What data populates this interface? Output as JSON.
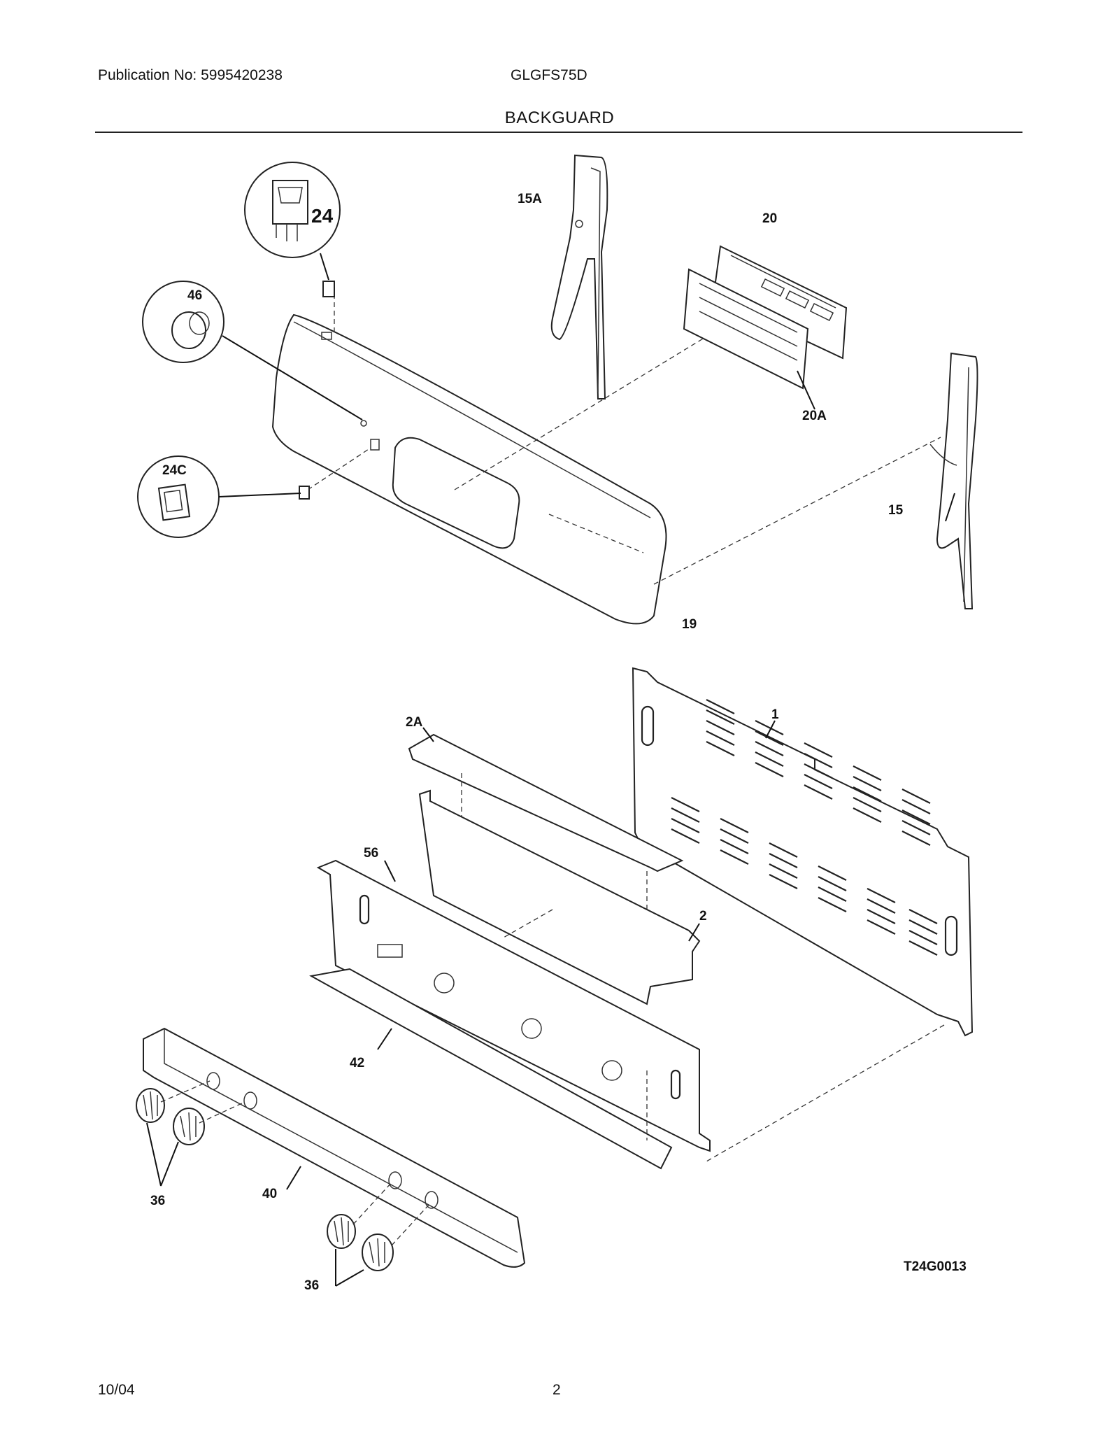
{
  "header": {
    "publication": "Publication No: 5995420238",
    "model": "GLGFS75D",
    "section_title": "BACKGUARD"
  },
  "diagram": {
    "callouts": {
      "c24": "24",
      "c15A": "15A",
      "c20": "20",
      "c46": "46",
      "c20A": "20A",
      "c24C": "24C",
      "c15": "15",
      "c19": "19",
      "c2A": "2A",
      "c1": "1",
      "c56": "56",
      "c2": "2",
      "c42": "42",
      "c36a": "36",
      "c40": "40",
      "c36b": "36"
    },
    "drawing_code": "T24G0013"
  },
  "footer": {
    "date": "10/04",
    "page": "2"
  }
}
